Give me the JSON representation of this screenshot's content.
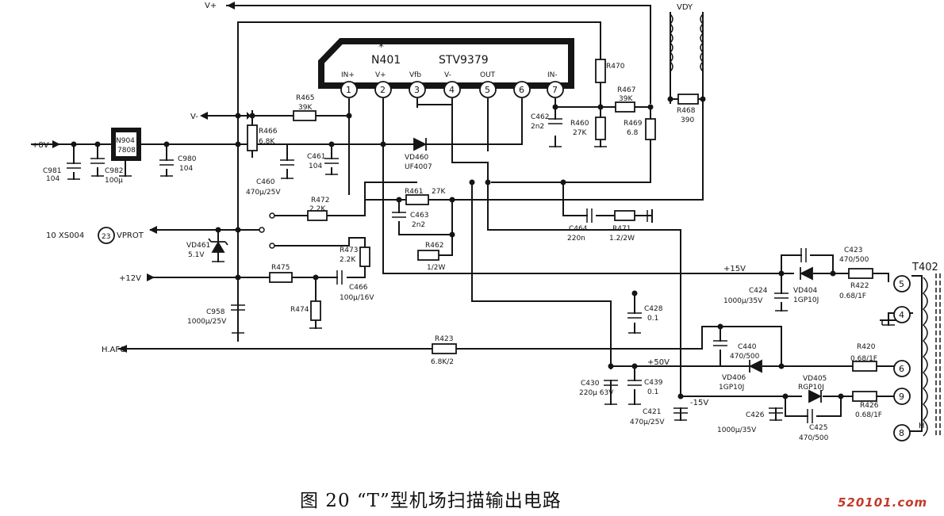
{
  "ic": {
    "ref": "N401",
    "part": "STV9379",
    "star": "*",
    "pins": [
      {
        "num": "1",
        "label": "IN+"
      },
      {
        "num": "2",
        "label": "V+"
      },
      {
        "num": "3",
        "label": "Vfb"
      },
      {
        "num": "4",
        "label": "V-"
      },
      {
        "num": "5",
        "label": "OUT"
      },
      {
        "num": "6",
        "label": ""
      },
      {
        "num": "7",
        "label": "IN-"
      }
    ]
  },
  "regulator": {
    "ref": "N904",
    "part": "7808"
  },
  "transformer": {
    "ref": "T402",
    "pins": [
      "5",
      "4",
      "6",
      "9",
      "8"
    ]
  },
  "nets": {
    "v_plus": "V+",
    "v_minus": "V-",
    "plus_8v": "+8V",
    "plus_12v": "+12V",
    "plus_15v": "+15V",
    "plus_50v": "+50V",
    "minus_15v": "-15V",
    "h_afc": "H.AFC",
    "vdy": "VDY",
    "h_label": "H",
    "xs004": "10 XS004",
    "xs004_pin": "23",
    "vprot": "VPROT"
  },
  "components": [
    {
      "ref": "R465",
      "value": "39K"
    },
    {
      "ref": "R466",
      "value": "6.8K"
    },
    {
      "ref": "C981",
      "value": "104"
    },
    {
      "ref": "C982",
      "value": "100μ"
    },
    {
      "ref": "C980",
      "value": "104"
    },
    {
      "ref": "C460",
      "value": "470μ/25V"
    },
    {
      "ref": "C461",
      "value": "104"
    },
    {
      "ref": "VD460",
      "value": "UF4007"
    },
    {
      "ref": "C462",
      "value": "2n2"
    },
    {
      "ref": "R460",
      "value": "27K"
    },
    {
      "ref": "R470",
      "value": ""
    },
    {
      "ref": "R467",
      "value": "39K"
    },
    {
      "ref": "R469",
      "value": "6.8"
    },
    {
      "ref": "R468",
      "value": "390"
    },
    {
      "ref": "R472",
      "value": "2.2K"
    },
    {
      "ref": "R461",
      "value": "27K"
    },
    {
      "ref": "C463",
      "value": "2n2"
    },
    {
      "ref": "R462",
      "value": "1/2W"
    },
    {
      "ref": "C464",
      "value": "220n"
    },
    {
      "ref": "R471",
      "value": "1.2/2W"
    },
    {
      "ref": "VD461",
      "value": "5.1V"
    },
    {
      "ref": "R473",
      "value": "2.2K"
    },
    {
      "ref": "R475",
      "value": ""
    },
    {
      "ref": "C466",
      "value": "100μ/16V"
    },
    {
      "ref": "R474",
      "value": ""
    },
    {
      "ref": "C958",
      "value": "1000μ/25V"
    },
    {
      "ref": "C423",
      "value": "470/500"
    },
    {
      "ref": "VD404",
      "value": "1GP10J"
    },
    {
      "ref": "C424",
      "value": "1000μ/35V"
    },
    {
      "ref": "R422",
      "value": "0.68/1F"
    },
    {
      "ref": "C428",
      "value": "0.1"
    },
    {
      "ref": "R423",
      "value": "6.8K/2"
    },
    {
      "ref": "C440",
      "value": "470/500"
    },
    {
      "ref": "VD406",
      "value": "1GP10J"
    },
    {
      "ref": "R420",
      "value": "0.68/1F"
    },
    {
      "ref": "C430",
      "value": "220μ 63V"
    },
    {
      "ref": "C439",
      "value": "0.1"
    },
    {
      "ref": "C421",
      "value": "470μ/25V"
    },
    {
      "ref": "VD405",
      "value": "RGP10J"
    },
    {
      "ref": "R426",
      "value": "0.68/1F"
    },
    {
      "ref": "C426",
      "value": "1000μ/35V"
    },
    {
      "ref": "C425",
      "value": "470/500"
    }
  ],
  "caption": "图 20 “T”型机场扫描输出电路",
  "watermark": "520101.com"
}
